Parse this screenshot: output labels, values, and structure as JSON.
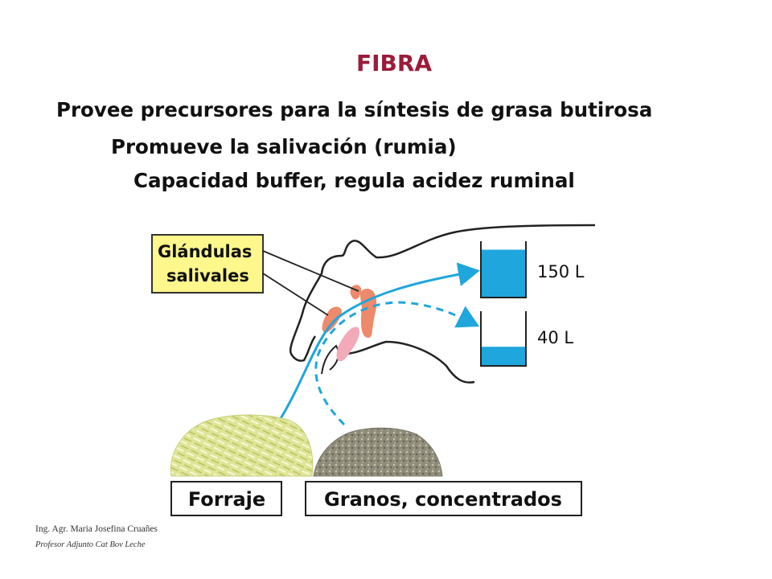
{
  "title": "FIBRA",
  "bullets": [
    "Provee precursores para la síntesis de grasa butirosa",
    "Promueve la salivación (rumia)",
    "Capacidad buffer, regula acidez ruminal"
  ],
  "diagram": {
    "gland_label_line1": "Glándulas",
    "gland_label_line2": "salivales",
    "volume_high": "150 L",
    "volume_low": "40 L",
    "forage_label": "Forraje",
    "grain_label": "Granos, concentrados",
    "fill_level_high": 0.85,
    "fill_level_low": 0.35
  },
  "credits": {
    "line1": "Ing. Agr. Maria Josefina Cruañes",
    "line2": "Profesor Adjunto Cat Bov Leche"
  },
  "colors": {
    "title": "#9b1b3a",
    "water": "#1fa6dc",
    "label_box": "#fdf78c",
    "gland": "#ec8a6b",
    "tongue": "#f2a9b8",
    "forage": "#d8e08a",
    "grain": "#8d8a7a"
  }
}
